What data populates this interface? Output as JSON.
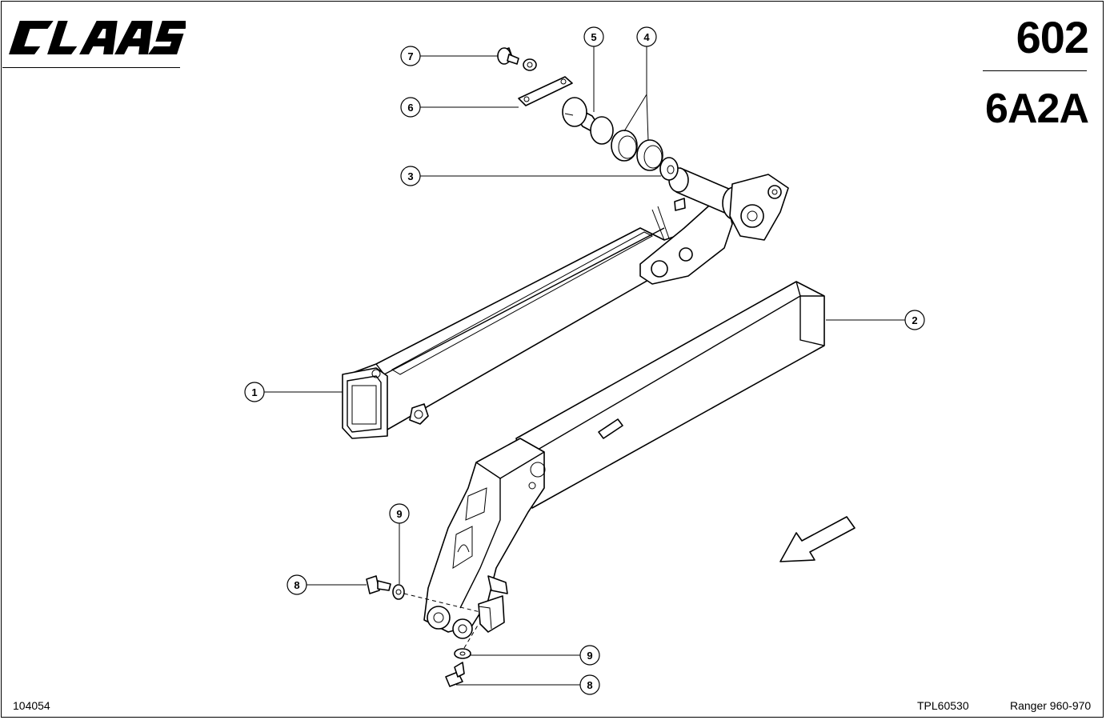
{
  "header": {
    "brand": "CLAAS",
    "page_number": "602",
    "group_code": "6A2A"
  },
  "footer": {
    "drawing_id": "104054",
    "tpl_ref": "TPL60530",
    "model": "Ranger 960-970"
  },
  "callouts": [
    {
      "id": "c1",
      "label": "1"
    },
    {
      "id": "c2",
      "label": "2"
    },
    {
      "id": "c3",
      "label": "3"
    },
    {
      "id": "c4",
      "label": "4"
    },
    {
      "id": "c5",
      "label": "5"
    },
    {
      "id": "c6",
      "label": "6"
    },
    {
      "id": "c7",
      "label": "7"
    },
    {
      "id": "c8a",
      "label": "8"
    },
    {
      "id": "c8b",
      "label": "8"
    },
    {
      "id": "c9a",
      "label": "9"
    },
    {
      "id": "c9b",
      "label": "9"
    }
  ]
}
